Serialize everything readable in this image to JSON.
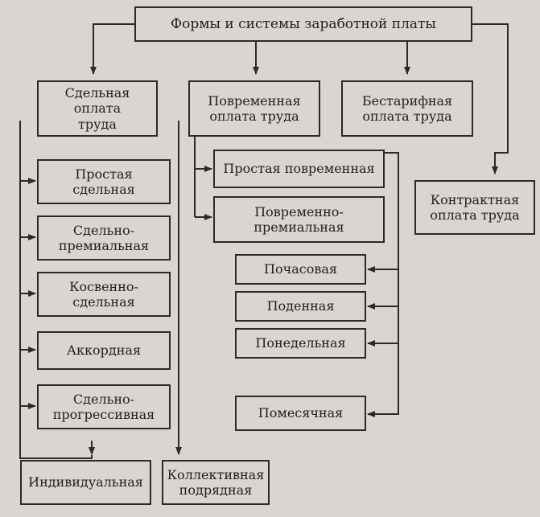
{
  "title": "Формы и системы заработной платы",
  "categories": {
    "piece": "Сдельная оплата\nтруда",
    "time": "Повременная\nоплата труда",
    "tariffless": "Бестарифная\nоплата труда",
    "contract": "Контрактная\nоплата труда"
  },
  "piece_systems": [
    "Простая\nсдельная",
    "Сдельно-\nпремиальная",
    "Косвенно-\nсдельная",
    "Аккордная",
    "Сдельно-\nпрогрессивная"
  ],
  "piece_bottom": {
    "individual": "Индивидуальная",
    "collective": "Коллективная\nподрядная"
  },
  "time_systems": [
    "Простая повременная",
    "Повременно-\nпремиальная"
  ],
  "time_periods": [
    "Почасовая",
    "Поденная",
    "Понедельная",
    "Помесячная"
  ]
}
